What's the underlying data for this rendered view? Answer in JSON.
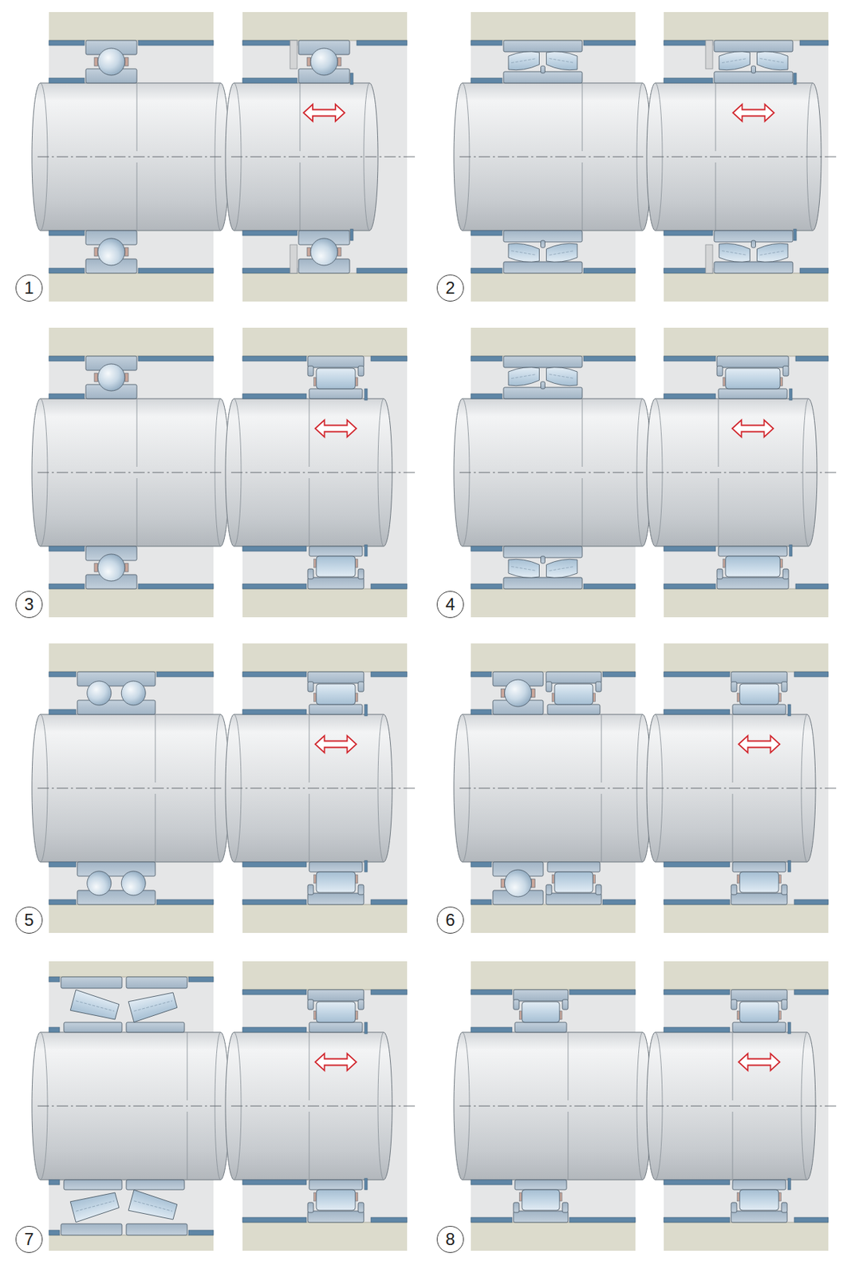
{
  "diagram": {
    "nodes": [
      {
        "text": [
          "1"
        ]
      },
      {
        "text": [
          "2"
        ]
      },
      {
        "text": [
          "3"
        ]
      },
      {
        "text": [
          "4"
        ]
      },
      {
        "text": [
          "5"
        ]
      },
      {
        "text": [
          "6"
        ]
      },
      {
        "text": [
          "7"
        ]
      },
      {
        "text": [
          "8"
        ]
      }
    ]
  }
}
